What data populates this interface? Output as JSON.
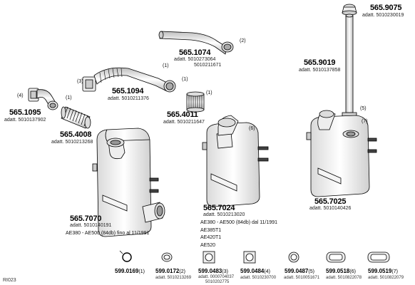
{
  "parts": {
    "p9075": {
      "code": "565.9075",
      "sub": "adatt. 5010230019"
    },
    "p1074": {
      "code": "565.1074",
      "sub1": "adatt. 5010273064",
      "sub2": "5010211671",
      "qty": "(2)"
    },
    "p9019": {
      "code": "565.9019",
      "sub": "adatt. 5010137858"
    },
    "p1094": {
      "code": "565.1094",
      "sub": "adatt. 5010211376",
      "qty_a": "(1)",
      "qty_b": "(3)",
      "qty_c": "(1)"
    },
    "p1095": {
      "code": "565.1095",
      "sub": "adatt. 5010137902",
      "qty": "(4)"
    },
    "p4011": {
      "code": "565.4011",
      "sub": "adatt. 5010211647",
      "qty": "(1)"
    },
    "p4008": {
      "code": "565.4008",
      "sub": "adatt. 5010213268",
      "qty": "(1)"
    },
    "p7070": {
      "code": "565.7070",
      "sub": "adatt. 5010140191",
      "note": "AE380 - AE500 (84db) fino al 11/1991"
    },
    "p7024": {
      "code": "565.7024",
      "sub": "adatt. 5010213020",
      "qty": "(6)",
      "notes": [
        "AE380 - AE500 (84db) dal 11/1991",
        "AE385T1",
        "AE420T1",
        "AE520"
      ]
    },
    "p7025": {
      "code": "565.7025",
      "sub": "adatt. 5010140426",
      "qty_a": "(5)",
      "qty_b": "(7)"
    }
  },
  "accessories": [
    {
      "code": "599.0169",
      "qty": "(1)",
      "sub": ""
    },
    {
      "code": "599.0172",
      "qty": "(2)",
      "sub": "adatt. 5010213269"
    },
    {
      "code": "599.0483",
      "qty": "(3)",
      "sub": "adatt. 0000704037",
      "sub2": "5010202775"
    },
    {
      "code": "599.0484",
      "qty": "(4)",
      "sub": "adatt. 5010230700"
    },
    {
      "code": "599.0487",
      "qty": "(5)",
      "sub": "adatt. 5010051671"
    },
    {
      "code": "599.0518",
      "qty": "(6)",
      "sub": "adatt. 5010822078"
    },
    {
      "code": "599.0519",
      "qty": "(7)",
      "sub": "adatt. 5010822079"
    }
  ],
  "ref": "RI023"
}
